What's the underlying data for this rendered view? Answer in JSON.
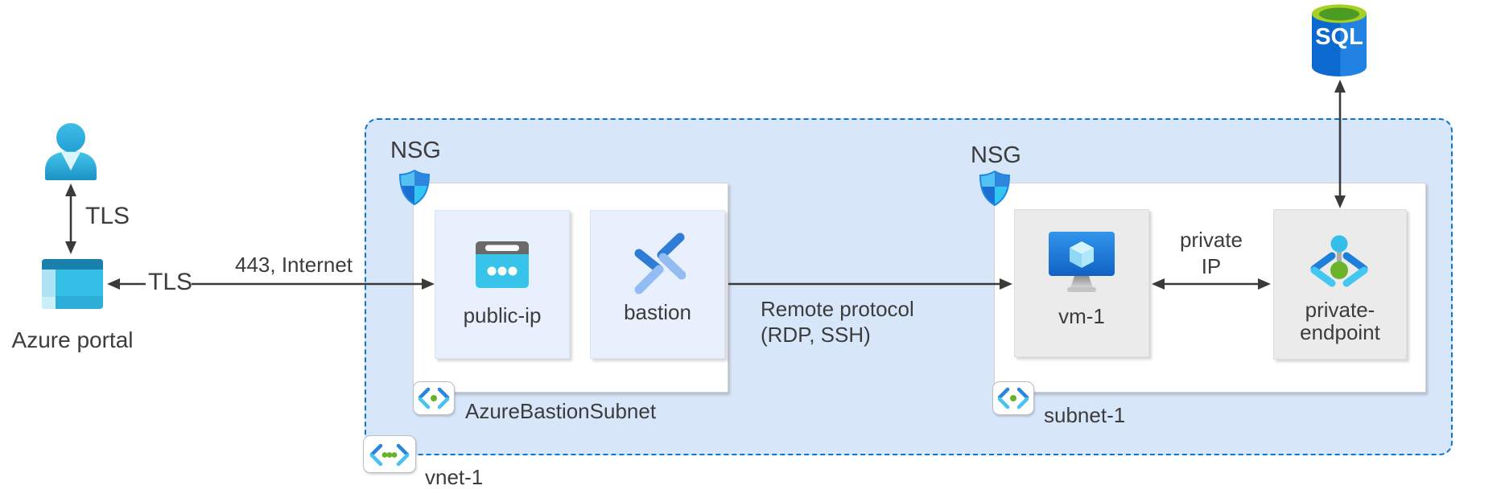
{
  "colors": {
    "vnet_fill": "#D8E6F9",
    "vnet_border": "#0B76D1",
    "tile_blue": "#E7F0FC",
    "tile_gray": "#EBEBEB",
    "arrow": "#3A3A3A",
    "text": "#3C3C3C",
    "sql_green": "#A8CF23",
    "sql_blue": "#0C69CF"
  },
  "external": {
    "user": {
      "icon": "person-icon"
    },
    "portal": {
      "label": "Azure portal",
      "icon": "azure-portal-icon"
    },
    "sql": {
      "label": "SQL",
      "icon": "sql-database-icon"
    }
  },
  "connections": {
    "user_to_portal": {
      "label": "TLS"
    },
    "internet_to_portal": {
      "tls_label": "TLS",
      "port_label": "443, Internet"
    },
    "bastion_to_vm": {
      "line1": "Remote protocol",
      "line2": "(RDP, SSH)"
    },
    "vm_to_endpoint": {
      "line1": "private",
      "line2": "IP"
    }
  },
  "vnet": {
    "label": "vnet-1",
    "subnets": [
      {
        "label": "AzureBastionSubnet",
        "nsg": "NSG",
        "resources": [
          {
            "label": "public-ip"
          },
          {
            "label": "bastion"
          }
        ]
      },
      {
        "label": "subnet-1",
        "nsg": "NSG",
        "resources": [
          {
            "label": "vm-1"
          },
          {
            "line1": "private-",
            "line2": "endpoint"
          }
        ]
      }
    ]
  }
}
